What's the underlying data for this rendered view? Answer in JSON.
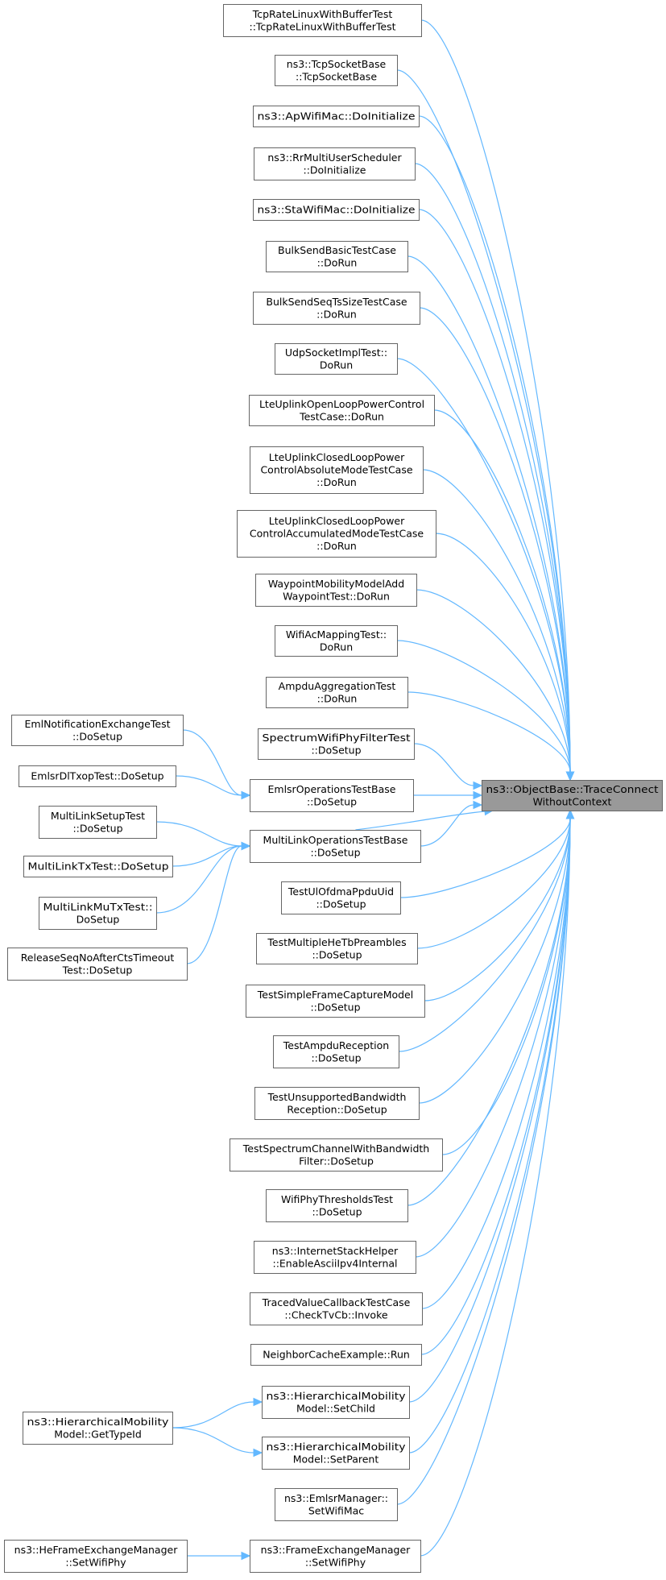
{
  "target": {
    "id": "target",
    "lines": [
      "ns3::ObjectBase::TraceConnect",
      "WithoutContext"
    ]
  },
  "callers": [
    {
      "id": "n0",
      "lines": [
        "TcpRateLinuxWithBufferTest",
        "::TcpRateLinuxWithBufferTest"
      ]
    },
    {
      "id": "n1",
      "lines": [
        "ns3::TcpSocketBase",
        "::TcpSocketBase"
      ]
    },
    {
      "id": "n2",
      "lines": [
        "ns3::ApWifiMac::DoInitialize"
      ]
    },
    {
      "id": "n3",
      "lines": [
        "ns3::RrMultiUserScheduler",
        "::DoInitialize"
      ]
    },
    {
      "id": "n4",
      "lines": [
        "ns3::StaWifiMac::DoInitialize"
      ]
    },
    {
      "id": "n5",
      "lines": [
        "BulkSendBasicTestCase",
        "::DoRun"
      ]
    },
    {
      "id": "n6",
      "lines": [
        "BulkSendSeqTsSizeTestCase",
        "::DoRun"
      ]
    },
    {
      "id": "n7",
      "lines": [
        "UdpSocketImplTest::",
        "DoRun"
      ]
    },
    {
      "id": "n8",
      "lines": [
        "LteUplinkOpenLoopPowerControl",
        "TestCase::DoRun"
      ]
    },
    {
      "id": "n9",
      "lines": [
        "LteUplinkClosedLoopPower",
        "ControlAbsoluteModeTestCase",
        "::DoRun"
      ]
    },
    {
      "id": "n10",
      "lines": [
        "LteUplinkClosedLoopPower",
        "ControlAccumulatedModeTestCase",
        "::DoRun"
      ]
    },
    {
      "id": "n11",
      "lines": [
        "WaypointMobilityModelAdd",
        "WaypointTest::DoRun"
      ]
    },
    {
      "id": "n12",
      "lines": [
        "WifiAcMappingTest::",
        "DoRun"
      ]
    },
    {
      "id": "n13",
      "lines": [
        "AmpduAggregationTest",
        "::DoRun"
      ]
    },
    {
      "id": "n14",
      "lines": [
        "SpectrumWifiPhyFilterTest",
        "::DoSetup"
      ]
    },
    {
      "id": "n15",
      "lines": [
        "EmlsrOperationsTestBase",
        "::DoSetup"
      ]
    },
    {
      "id": "n16",
      "lines": [
        "MultiLinkOperationsTestBase",
        "::DoSetup"
      ]
    },
    {
      "id": "n17",
      "lines": [
        "TestUlOfdmaPpduUid",
        "::DoSetup"
      ]
    },
    {
      "id": "n18",
      "lines": [
        "TestMultipleHeTbPreambles",
        "::DoSetup"
      ]
    },
    {
      "id": "n19",
      "lines": [
        "TestSimpleFrameCaptureModel",
        "::DoSetup"
      ]
    },
    {
      "id": "n20",
      "lines": [
        "TestAmpduReception",
        "::DoSetup"
      ]
    },
    {
      "id": "n21",
      "lines": [
        "TestUnsupportedBandwidth",
        "Reception::DoSetup"
      ]
    },
    {
      "id": "n22",
      "lines": [
        "TestSpectrumChannelWithBandwidth",
        "Filter::DoSetup"
      ]
    },
    {
      "id": "n23",
      "lines": [
        "WifiPhyThresholdsTest",
        "::DoSetup"
      ]
    },
    {
      "id": "n24",
      "lines": [
        "ns3::InternetStackHelper",
        "::EnableAsciiIpv4Internal"
      ]
    },
    {
      "id": "n25",
      "lines": [
        "TracedValueCallbackTestCase",
        "::CheckTvCb::Invoke"
      ]
    },
    {
      "id": "n26",
      "lines": [
        "NeighborCacheExample::Run"
      ]
    },
    {
      "id": "n27",
      "lines": [
        "ns3::HierarchicalMobility",
        "Model::SetChild"
      ]
    },
    {
      "id": "n28",
      "lines": [
        "ns3::HierarchicalMobility",
        "Model::SetParent"
      ]
    },
    {
      "id": "n29",
      "lines": [
        "ns3::EmlsrManager::",
        "SetWifiMac"
      ]
    },
    {
      "id": "n30",
      "lines": [
        "ns3::FrameExchangeManager",
        "::SetWifiPhy"
      ]
    }
  ],
  "secondary": [
    {
      "id": "s0",
      "lines": [
        "EmlNotificationExchangeTest",
        "::DoSetup"
      ]
    },
    {
      "id": "s1",
      "lines": [
        "EmlsrDlTxopTest::DoSetup"
      ]
    },
    {
      "id": "s2",
      "lines": [
        "MultiLinkSetupTest",
        "::DoSetup"
      ]
    },
    {
      "id": "s3",
      "lines": [
        "MultiLinkTxTest::DoSetup"
      ]
    },
    {
      "id": "s4",
      "lines": [
        "MultiLinkMuTxTest::",
        "DoSetup"
      ]
    },
    {
      "id": "s5",
      "lines": [
        "ReleaseSeqNoAfterCtsTimeout",
        "Test::DoSetup"
      ]
    },
    {
      "id": "s6",
      "lines": [
        "ns3::HierarchicalMobility",
        "Model::GetTypeId"
      ]
    },
    {
      "id": "s7",
      "lines": [
        "ns3::HeFrameExchangeManager",
        "::SetWifiPhy"
      ]
    }
  ],
  "links": [
    {
      "from": "s0",
      "to": "n15"
    },
    {
      "from": "s1",
      "to": "n15"
    },
    {
      "from": "s2",
      "to": "n16"
    },
    {
      "from": "s3",
      "to": "n16"
    },
    {
      "from": "s4",
      "to": "n16"
    },
    {
      "from": "s5",
      "to": "n16"
    },
    {
      "from": "n16",
      "to": "n15"
    },
    {
      "from": "s6",
      "to": "n27"
    },
    {
      "from": "s6",
      "to": "n28"
    },
    {
      "from": "s7",
      "to": "n30"
    }
  ]
}
